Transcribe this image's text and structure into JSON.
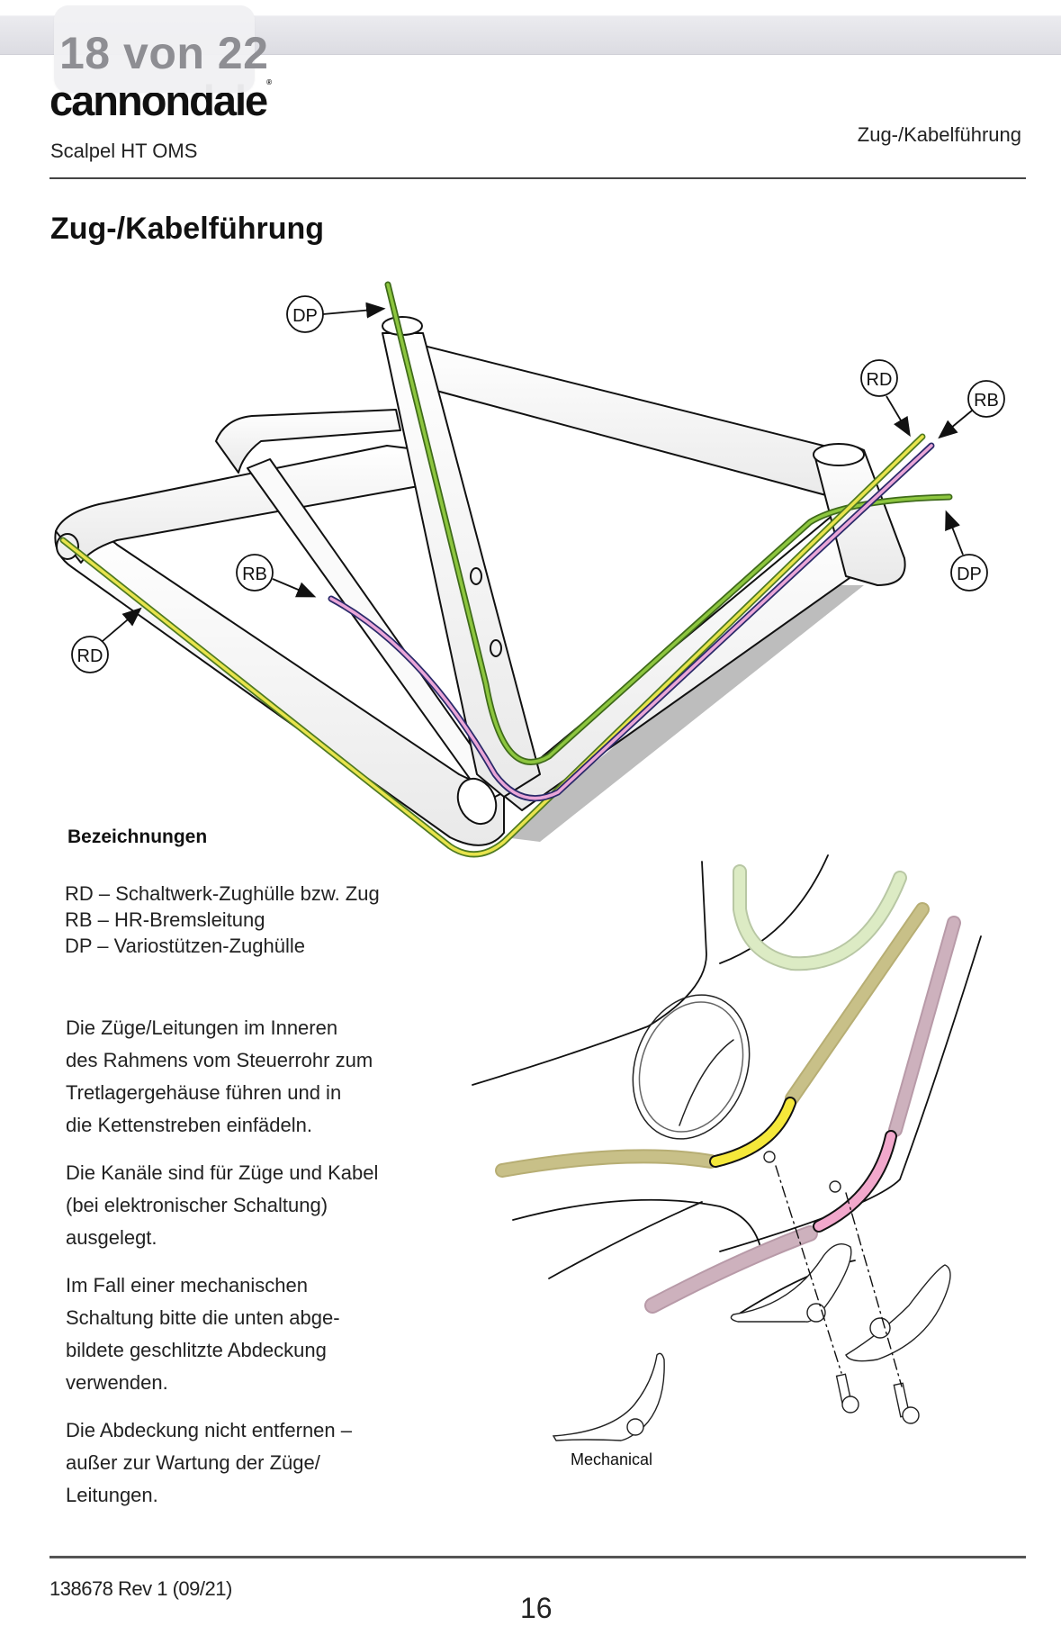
{
  "viewer": {
    "page_indicator": "18 von 22"
  },
  "header": {
    "brand": "cannondale",
    "model": "Scalpel HT OMS",
    "section": "Zug-/Kabelführung"
  },
  "page_title": "Zug-/Kabelführung",
  "diagram": {
    "callouts": [
      "DP",
      "RB",
      "RD",
      "RD",
      "RB",
      "DP"
    ],
    "cable_colors": {
      "RD": "#e8e44c",
      "RB": "#eaa6d8",
      "DP": "#8dc63f"
    },
    "detail_colors": {
      "dp_faded": "#dcebc4",
      "rd_faded": "#c8c088",
      "rb_faded": "#cdb1bd",
      "rd_port": "#f5e83a",
      "rb_port": "#f2a8cc"
    },
    "mechanical_label": "Mechanical"
  },
  "legend": {
    "heading": "Bezeichnungen",
    "items": [
      "RD – Schaltwerk-Zughülle bzw. Zug",
      "RB – HR-Bremsleitung",
      "DP – Variostützen-Zughülle"
    ]
  },
  "body": {
    "paragraphs": [
      "Die Züge/Leitungen im Inneren\ndes Rahmens vom Steuerrohr zum\nTretlagergehäuse führen und in\ndie Kettenstreben einfädeln.",
      "Die Kanäle sind für Züge und Kabel\n(bei elektronischer Schaltung)\nausgelegt.",
      "Im Fall einer mechanischen\nSchaltung bitte die unten abge-\nbildete geschlitzte Abdeckung\nverwenden.",
      "Die Abdeckung nicht entfernen –\naußer zur Wartung der Züge/\nLeitungen."
    ]
  },
  "footer": {
    "doc_code": "138678 Rev 1 (09/21)",
    "page_number": "16"
  }
}
